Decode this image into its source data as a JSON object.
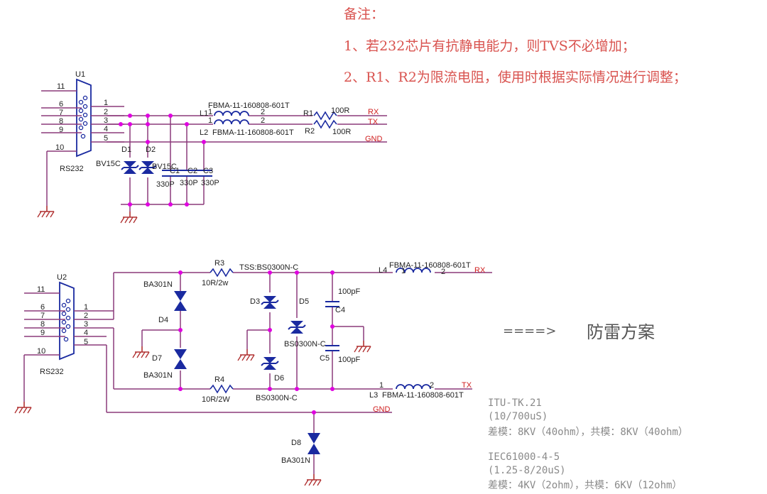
{
  "notes": {
    "title": "备注：",
    "line1": "1、若232芯片有抗静电能力，则TVS不必增加；",
    "line2": "2、R1、R2为限流电阻，使用时根据实际情况进行调整；"
  },
  "circuit1": {
    "u_label": "U1",
    "conn_label": "RS232",
    "left_pins": [
      "11",
      "6",
      "7",
      "8",
      "9",
      "10"
    ],
    "right_pins": [
      "1",
      "2",
      "3",
      "4",
      "5"
    ],
    "l1": "L1",
    "l1_part": "FBMA-11-160808-601T",
    "l2": "L2",
    "l2_part": "FBMA-11-160808-601T",
    "coil_pin1": "1",
    "coil_pin2": "2",
    "r1": "R1",
    "r2": "R2",
    "r_val": "100R",
    "rx": "RX",
    "tx": "TX",
    "gnd": "GND",
    "d1": "D1",
    "d2": "D2",
    "bv": "BV15C",
    "c1": "C1",
    "c2": "C2",
    "c3": "C3",
    "cval": "330P"
  },
  "circuit2": {
    "u_label": "U2",
    "conn_label": "RS232",
    "left_pins": [
      "11",
      "6",
      "7",
      "8",
      "9",
      "10"
    ],
    "right_pins": [
      "1",
      "2",
      "3",
      "4",
      "5"
    ],
    "r3": "R3",
    "r3_val": "10R/2w",
    "r4": "R4",
    "r4_val": "10R/2W",
    "tss": "TSS:BS0300N-C",
    "ba": "BA301N",
    "bs": "BS0300N-C",
    "d3": "D3",
    "d4": "D4",
    "d5": "D5",
    "d6": "D6",
    "d7": "D7",
    "d8": "D8",
    "c4": "C4",
    "c5": "C5",
    "cval": "100pF",
    "l4": "L4",
    "l3": "L3",
    "l_part": "FBMA-11-160808-601T",
    "coil_pin1": "1",
    "coil_pin2": "2",
    "rx": "RX",
    "tx": "TX",
    "gnd": "GND"
  },
  "arrow_text": "====>",
  "scheme_title": "防雷方案",
  "spec": {
    "s1": "ITU-TK.21",
    "s2": "(10/700uS)",
    "s3": "差模：8KV（40ohm），共模：8KV（40ohm）",
    "s4": "IEC61000-4-5",
    "s5": "(1.25-8/20uS)",
    "s6": "差模：4KV（2ohm），共模：6KV（12ohm）"
  },
  "colors": {
    "wire": "#8b3a7a",
    "ground_wire": "#b03030",
    "component": "#1a2aa0",
    "junction": "#e000e0",
    "signal": "#d02020",
    "text": "#222222"
  }
}
